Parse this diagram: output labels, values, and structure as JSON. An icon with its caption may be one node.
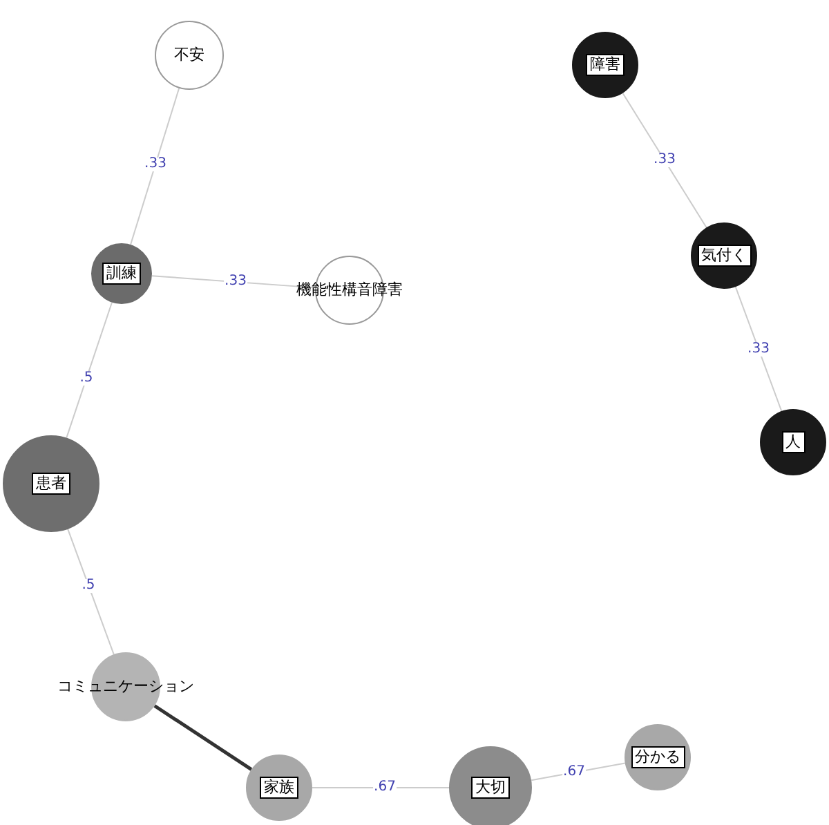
{
  "diagram": {
    "nodes": [
      {
        "text": [
          "不安"
        ]
      },
      {
        "text": [
          "訓練"
        ]
      },
      {
        "text": [
          "機能性構音障害"
        ]
      },
      {
        "text": [
          "患者"
        ]
      },
      {
        "text": [
          "コミュニケーション"
        ]
      },
      {
        "text": [
          "家族"
        ]
      },
      {
        "text": [
          "大切"
        ]
      },
      {
        "text": [
          "分かる"
        ]
      },
      {
        "text": [
          "障害"
        ]
      },
      {
        "text": [
          "気付く"
        ]
      },
      {
        "text": [
          "人"
        ]
      }
    ],
    "edges": [
      {
        "from": 0,
        "to": 1,
        "arrow": "none",
        "label": ".33"
      },
      {
        "from": 1,
        "to": 2,
        "arrow": "none",
        "label": ".33"
      },
      {
        "from": 1,
        "to": 3,
        "arrow": "none",
        "label": ".5"
      },
      {
        "from": 3,
        "to": 4,
        "arrow": "none",
        "label": ".5"
      },
      {
        "from": 4,
        "to": 5,
        "arrow": "none",
        "style": "thick",
        "color": "#333333"
      },
      {
        "from": 5,
        "to": 6,
        "arrow": "none",
        "label": ".67"
      },
      {
        "from": 6,
        "to": 7,
        "arrow": "none",
        "label": ".67"
      },
      {
        "from": 8,
        "to": 9,
        "arrow": "none",
        "label": ".33"
      },
      {
        "from": 9,
        "to": 10,
        "arrow": "none",
        "label": ".33"
      }
    ]
  }
}
